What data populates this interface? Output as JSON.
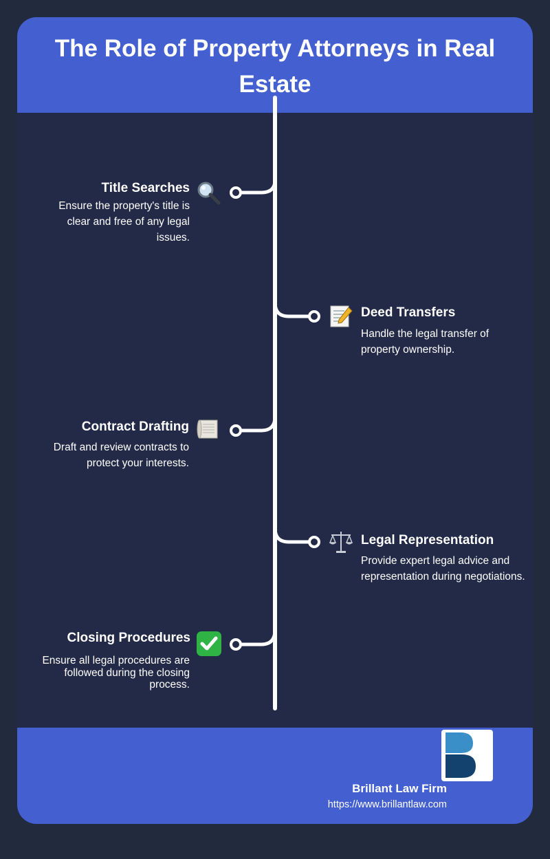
{
  "header": {
    "title": "The Role of Property Attorneys in Real Estate"
  },
  "timeline": [
    {
      "title": "Title Searches",
      "description": "Ensure the property's title is clear and free of any legal issues.",
      "icon": "magnifying-glass-icon",
      "side": "left"
    },
    {
      "title": "Deed Transfers",
      "description": "Handle the legal transfer of property ownership.",
      "icon": "memo-pencil-icon",
      "side": "right"
    },
    {
      "title": "Contract Drafting",
      "description": "Draft and review contracts to protect your interests.",
      "icon": "scroll-icon",
      "side": "left"
    },
    {
      "title": "Legal Representation",
      "description": "Provide expert legal advice and representation during negotiations.",
      "icon": "scales-icon",
      "side": "right"
    },
    {
      "title": "Closing Procedures",
      "description": "Ensure all legal procedures are followed during the closing process.",
      "icon": "check-mark-icon",
      "side": "left"
    }
  ],
  "footer": {
    "firm_name": "Brillant Law Firm",
    "url": "https://www.brillantlaw.com"
  },
  "colors": {
    "background": "#222a3e",
    "panel": "#222a47",
    "accent": "#4460d0",
    "logo_light": "#3b8fc8",
    "logo_dark": "#14426e"
  }
}
